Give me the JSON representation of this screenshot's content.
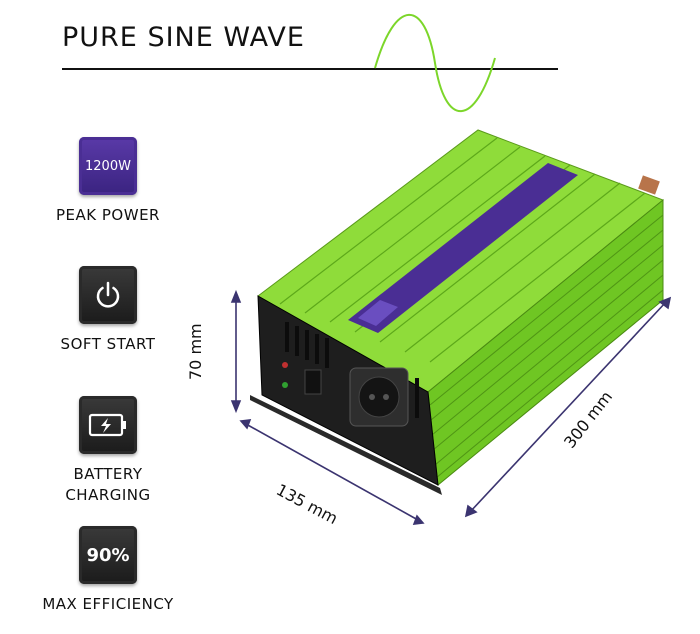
{
  "header": {
    "title": "PURE SINE WAVE"
  },
  "features": [
    {
      "icon": "1200w-badge",
      "tile_text": "1200W",
      "label": "PEAK POWER"
    },
    {
      "icon": "power-icon",
      "label": "SOFT START"
    },
    {
      "icon": "battery-charging-icon",
      "label_line1": "BATTERY",
      "label_line2": "CHARGING"
    },
    {
      "icon": "90-percent-badge",
      "tile_text": "90%",
      "label": "MAX EFFICIENCY"
    }
  ],
  "dimensions": {
    "height": "70 mm",
    "width": "135 mm",
    "length": "300 mm"
  },
  "colors": {
    "accent_green": "#7cd62a",
    "accent_purple": "#4a2e94",
    "dimension_line": "#3b3470"
  }
}
